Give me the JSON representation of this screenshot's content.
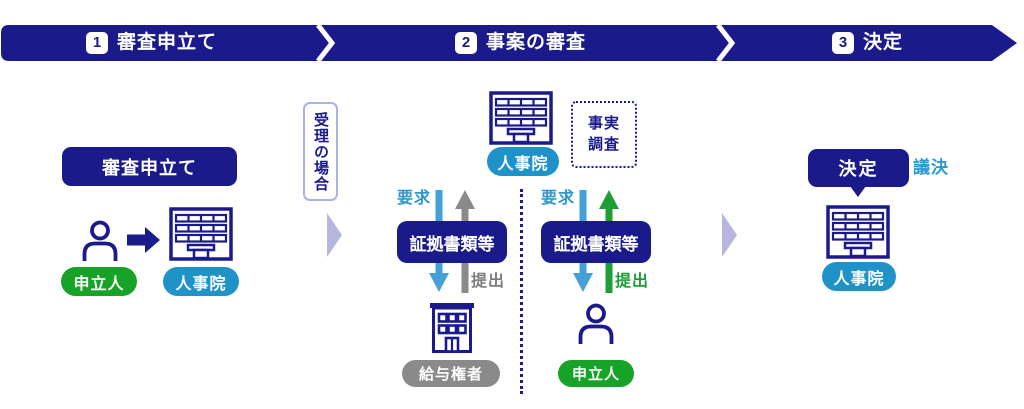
{
  "colors": {
    "navy": "#1a1a8b",
    "cyan_badge": "#1f93c8",
    "cyan_label": "#2e97cf",
    "cyan_arrow": "#44a1d6",
    "green_badge": "#17a327",
    "green_arrow": "#1f9e38",
    "gray": "#8a8a8a",
    "lavender": "#b6b6df"
  },
  "banner": {
    "steps": [
      {
        "num": "1",
        "label": "審査申立て"
      },
      {
        "num": "2",
        "label": "事案の審査"
      },
      {
        "num": "3",
        "label": "決定"
      }
    ]
  },
  "petition": {
    "box": "審査申立て",
    "petitioner_badge": "申立人",
    "authority_badge": "人事院"
  },
  "acceptance": {
    "label": "受理の場合"
  },
  "review": {
    "authority_badge": "人事院",
    "fact_investigation": {
      "line1": "事実",
      "line2": "調査"
    },
    "payer_flow": {
      "request": "要求",
      "documents_box": "証拠書類等",
      "submit": "提出",
      "actor_badge": "給与権者"
    },
    "petitioner_flow": {
      "request": "要求",
      "documents_box": "証拠書類等",
      "submit": "提出",
      "actor_badge": "申立人"
    }
  },
  "decision": {
    "box": "決定",
    "resolution_label": "議決",
    "authority_badge": "人事院"
  }
}
